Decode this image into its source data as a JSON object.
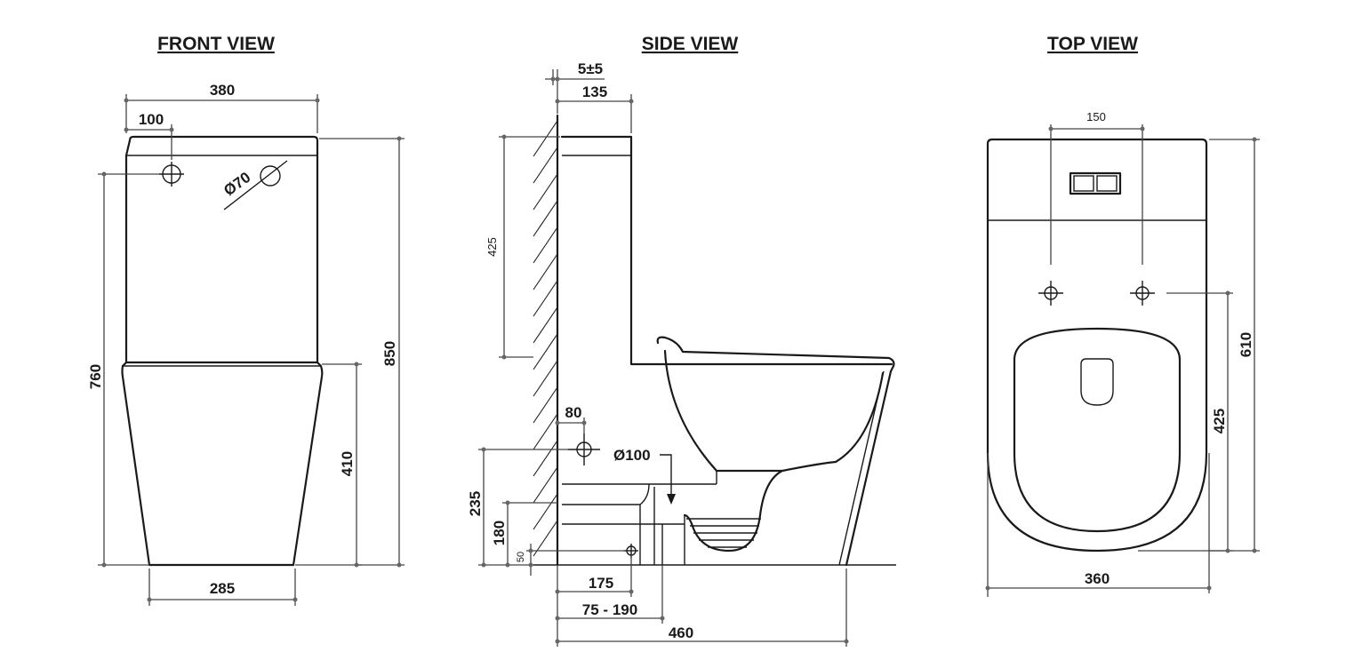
{
  "views": {
    "front": {
      "title": "FRONT VIEW",
      "dims": {
        "width_top": "380",
        "inlet_offset": "100",
        "outlet_dia": "Ø70",
        "height_inlet": "760",
        "height_total": "850",
        "pan_height": "410",
        "base_width": "285"
      }
    },
    "side": {
      "title": "SIDE VIEW",
      "dims": {
        "wall_gap": "5±5",
        "cistern_depth": "135",
        "cistern_height": "425",
        "pipe_offset": "80",
        "pipe_dia": "Ø100",
        "height_235": "235",
        "height_180": "180",
        "height_50": "50",
        "outlet_175": "175",
        "range": "75 - 190",
        "depth_460": "460"
      }
    },
    "top": {
      "title": "TOP VIEW",
      "dims": {
        "fixing_spacing": "150",
        "width": "360",
        "depth": "610",
        "fixing_depth": "425"
      }
    }
  },
  "colors": {
    "line": "#1a1a1a",
    "dimension": "#444444",
    "background": "#ffffff"
  }
}
